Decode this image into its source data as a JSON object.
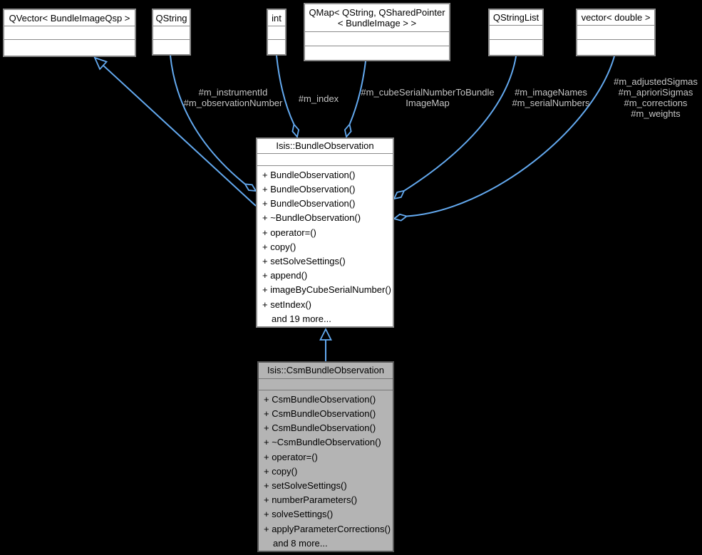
{
  "colors": {
    "background": "#000000",
    "edge": "#63a9ef",
    "edge_label": "#c4c4c4",
    "node_fill": "#ffffff",
    "node_border": "#8a8a8a",
    "highlight_fill": "#b4b4b4",
    "highlight_border": "#555555",
    "node_text": "#000000"
  },
  "nodes": {
    "qvector": {
      "title": "QVector< BundleImageQsp >"
    },
    "qstring": {
      "title": "QString"
    },
    "int": {
      "title": "int"
    },
    "qmap": {
      "title_lines": [
        "QMap< QString, QSharedPointer",
        "< BundleImage > >"
      ]
    },
    "qstringlist": {
      "title": "QStringList"
    },
    "vector": {
      "title": "vector< double >"
    },
    "bundle": {
      "title": "Isis::BundleObservation",
      "methods": [
        "+ BundleObservation()",
        "+ BundleObservation()",
        "+ BundleObservation()",
        "+ ~BundleObservation()",
        "+ operator=()",
        "+ copy()",
        "+ setSolveSettings()",
        "+ append()",
        "+ imageByCubeSerialNumber()",
        "+ setIndex()"
      ],
      "more": "and 19 more..."
    },
    "csm": {
      "title": "Isis::CsmBundleObservation",
      "methods": [
        "+ CsmBundleObservation()",
        "+ CsmBundleObservation()",
        "+ CsmBundleObservation()",
        "+ ~CsmBundleObservation()",
        "+ operator=()",
        "+ copy()",
        "+ setSolveSettings()",
        "+ numberParameters()",
        "+ solveSettings()",
        "+ applyParameterCorrections()"
      ],
      "more": "and 8 more..."
    }
  },
  "edge_labels": {
    "qstring": [
      "#m_instrumentId",
      "#m_observationNumber"
    ],
    "int": [
      "#m_index"
    ],
    "qmap": [
      "#m_cubeSerialNumberToBundle",
      "ImageMap"
    ],
    "qstringlist": [
      "#m_imageNames",
      "#m_serialNumbers"
    ],
    "vector": [
      "#m_adjustedSigmas",
      "#m_aprioriSigmas",
      "#m_corrections",
      "#m_weights"
    ]
  }
}
